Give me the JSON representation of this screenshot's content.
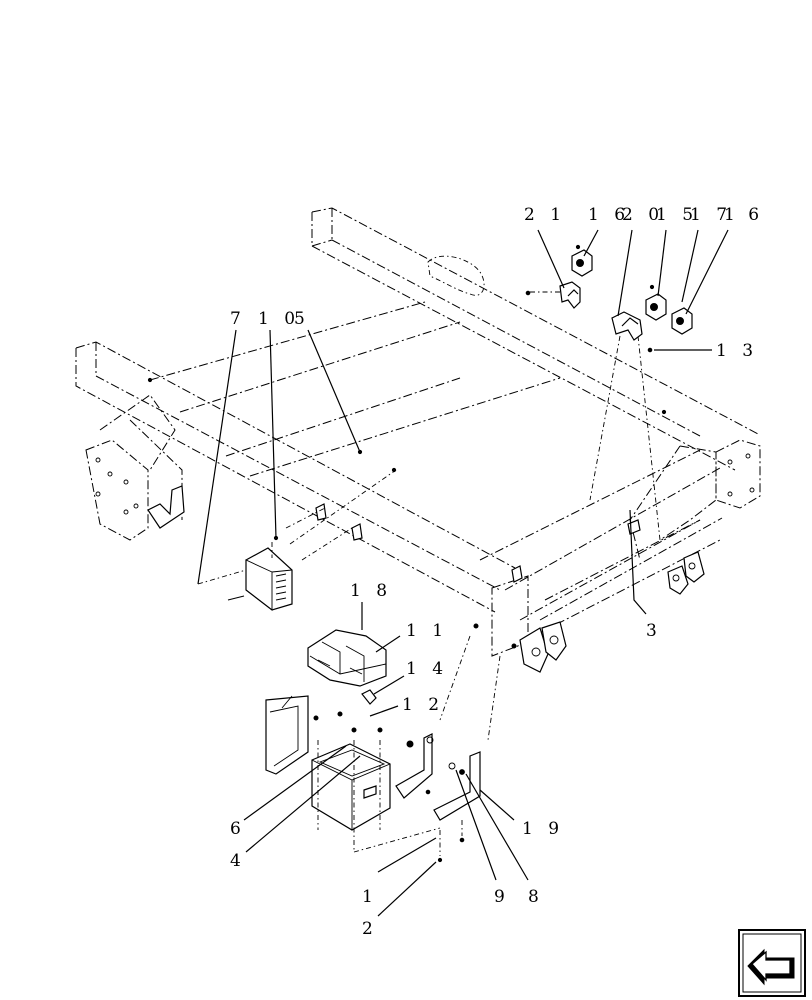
{
  "callouts": [
    {
      "id": "c21",
      "text": "2 1"
    },
    {
      "id": "c16",
      "text": "1 6"
    },
    {
      "id": "c20",
      "text": "2 0"
    },
    {
      "id": "c15",
      "text": "1 5"
    },
    {
      "id": "c17",
      "text": "1 7"
    },
    {
      "id": "c6top",
      "text": "1 6"
    },
    {
      "id": "c13",
      "text": "1 3"
    },
    {
      "id": "c7",
      "text": "7"
    },
    {
      "id": "c10",
      "text": "1 0"
    },
    {
      "id": "c5",
      "text": "5"
    },
    {
      "id": "c18",
      "text": "1 8"
    },
    {
      "id": "c11",
      "text": "1 1"
    },
    {
      "id": "c14",
      "text": "1 4"
    },
    {
      "id": "c12",
      "text": "1 2"
    },
    {
      "id": "c3",
      "text": "3"
    },
    {
      "id": "c19",
      "text": "1 9"
    },
    {
      "id": "c6",
      "text": "6"
    },
    {
      "id": "c4",
      "text": "4"
    },
    {
      "id": "c1",
      "text": "1"
    },
    {
      "id": "c9",
      "text": "9"
    },
    {
      "id": "c8",
      "text": "8"
    },
    {
      "id": "c2",
      "text": "2"
    }
  ],
  "nav": {
    "icon": "previous-page-arrow-icon"
  }
}
